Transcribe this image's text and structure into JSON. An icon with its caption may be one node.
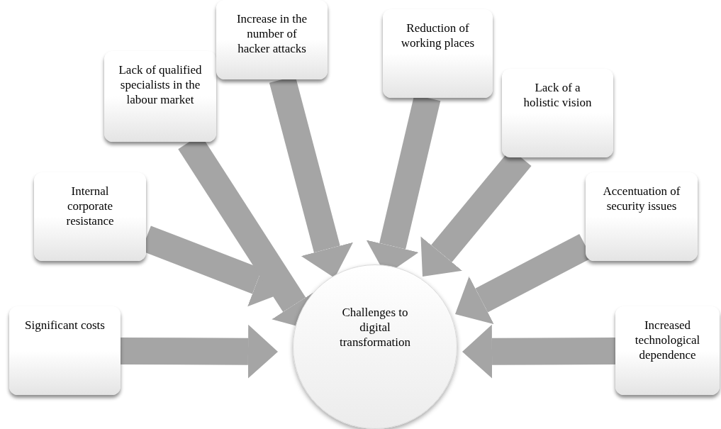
{
  "diagram": {
    "nodes": [
      {
        "text": [
          "Significant costs"
        ]
      },
      {
        "text": [
          "Internal corporate resistance"
        ]
      },
      {
        "text": [
          "Lack of qualified specialists in the labour market"
        ]
      },
      {
        "text": [
          "Increase in the number of hacker attacks"
        ]
      },
      {
        "text": [
          "Reduction of working places"
        ]
      },
      {
        "text": [
          "Lack of a holistic vision"
        ]
      },
      {
        "text": [
          "Accentuation of security issues"
        ]
      },
      {
        "text": [
          "Increased technological dependence"
        ]
      },
      {
        "text": [
          "Challenges to digital transformation"
        ]
      }
    ],
    "edges": [
      {
        "from": 0,
        "to": 8,
        "arrow": "to"
      },
      {
        "from": 1,
        "to": 8,
        "arrow": "to"
      },
      {
        "from": 2,
        "to": 8,
        "arrow": "to"
      },
      {
        "from": 3,
        "to": 8,
        "arrow": "to"
      },
      {
        "from": 4,
        "to": 8,
        "arrow": "to"
      },
      {
        "from": 5,
        "to": 8,
        "arrow": "to"
      },
      {
        "from": 6,
        "to": 8,
        "arrow": "to"
      },
      {
        "from": 7,
        "to": 8,
        "arrow": "to"
      }
    ]
  }
}
